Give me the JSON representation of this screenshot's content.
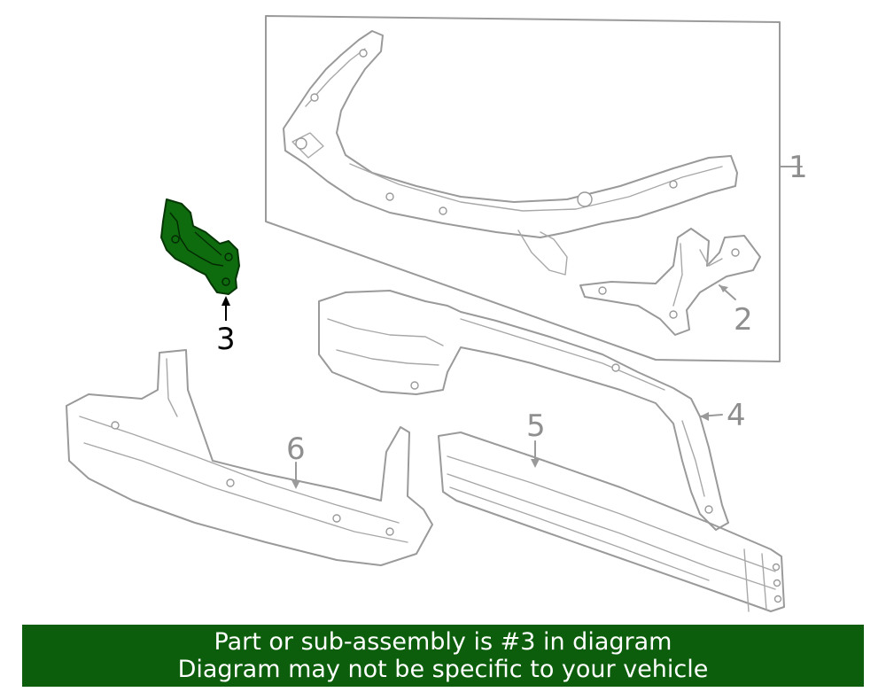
{
  "diagram": {
    "callouts": [
      {
        "id": "1",
        "label": "1"
      },
      {
        "id": "2",
        "label": "2"
      },
      {
        "id": "3",
        "label": "3"
      },
      {
        "id": "4",
        "label": "4"
      },
      {
        "id": "5",
        "label": "5"
      },
      {
        "id": "6",
        "label": "6"
      }
    ],
    "highlight_part": "3",
    "highlight_color": "#0e6b0e",
    "line_color": "#9a9a9a"
  },
  "banner": {
    "line1": "Part or sub-assembly is #3 in diagram",
    "line2": "Diagram may not be specific to your vehicle",
    "background": "#0c5e0c"
  }
}
